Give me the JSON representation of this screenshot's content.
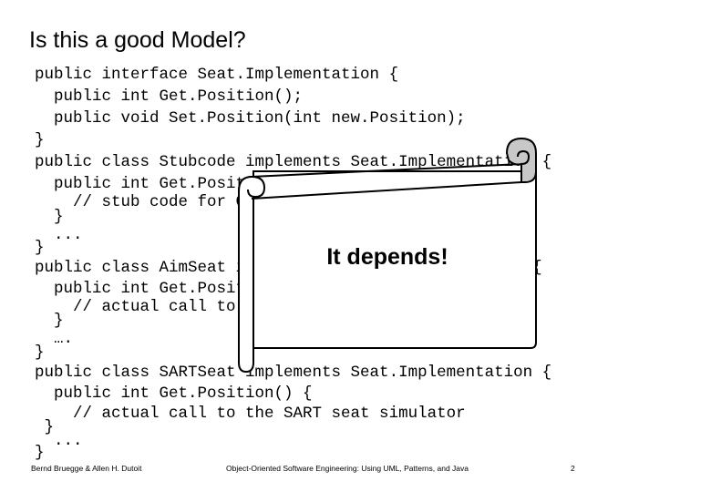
{
  "slide": {
    "title": "Is this a good Model?",
    "callout": "It depends!",
    "footer": {
      "left": "Bernd Bruegge & Allen H. Dutoit",
      "center": "Object-Oriented Software Engineering: Using UML, Patterns, and Java",
      "page": "2"
    }
  },
  "code": {
    "lines": [
      "public interface Seat.Implementation {",
      "  public int Get.Position();",
      "  public void Set.Position(int new.Position);",
      "}",
      "public class Stubcode implements Seat.Implementation {",
      "  public int Get.Position() {",
      "    // stub code for Get.Position",
      "  }",
      "  ...",
      "}",
      "public class AimSeat implements Seat.Implementation {",
      "  public int Get.Position() {",
      "    // actual call to the AIM seat system",
      "  }",
      "  ….",
      "}",
      "public class SARTSeat implements Seat.Implementation {",
      "  public int Get.Position() {",
      "    // actual call to the SART seat simulator",
      " }",
      "  ...",
      "}"
    ]
  }
}
